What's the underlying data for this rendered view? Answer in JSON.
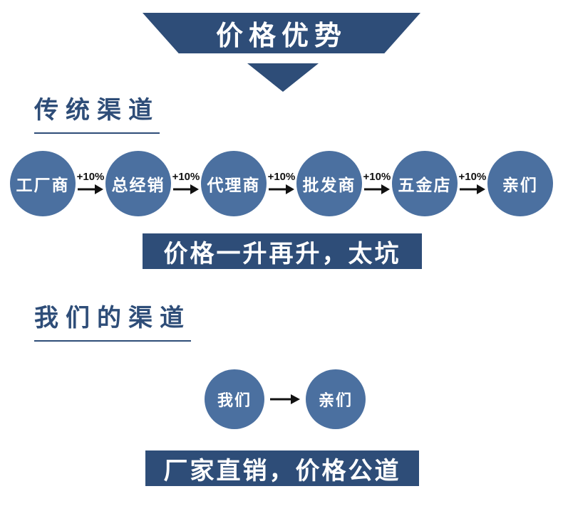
{
  "colors": {
    "navy": "#2e4d78",
    "circle_blue": "#4b70a0",
    "arrow_black": "#111111",
    "background": "#ffffff"
  },
  "header": {
    "title": "价格优势"
  },
  "traditional": {
    "heading": "传统渠道",
    "nodes": [
      {
        "label": "工厂商"
      },
      {
        "label": "总经销"
      },
      {
        "label": "代理商"
      },
      {
        "label": "批发商"
      },
      {
        "label": "五金店"
      },
      {
        "label": "亲们"
      }
    ],
    "arrow_label": "+10%",
    "banner": "价格一升再升，太坑"
  },
  "ours": {
    "heading": "我们的渠道",
    "nodes": [
      {
        "label": "我们"
      },
      {
        "label": "亲们"
      }
    ],
    "banner": "厂家直销，价格公道"
  }
}
